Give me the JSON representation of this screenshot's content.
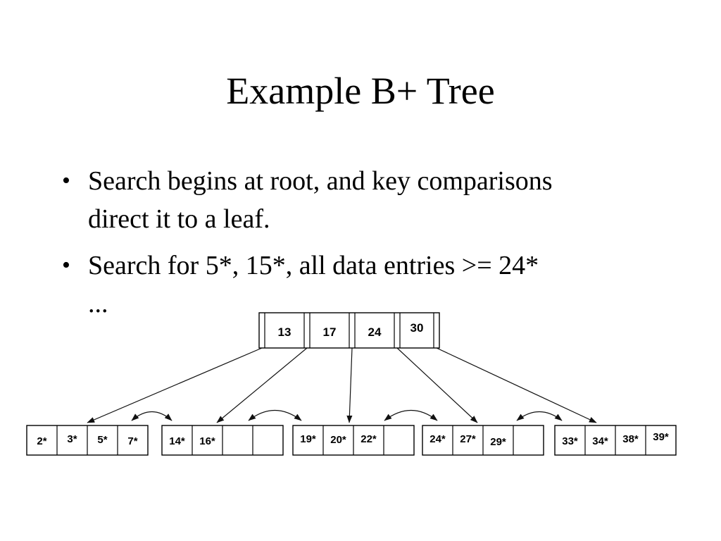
{
  "slide": {
    "title": "Example B+ Tree",
    "bullets": [
      {
        "marker": "•",
        "lines": [
          "Search begins at root, and key comparisons",
          "direct it to a leaf."
        ]
      },
      {
        "marker": "•",
        "lines": [
          "Search for 5*, 15*, all data entries >= 24*",
          "..."
        ]
      }
    ]
  },
  "tree": {
    "root": {
      "keys": [
        "13",
        "17",
        "24",
        "30"
      ]
    },
    "leaves": [
      {
        "cells": [
          "2*",
          "3*",
          "5*",
          "7*"
        ]
      },
      {
        "cells": [
          "14*",
          "16*",
          "",
          ""
        ]
      },
      {
        "cells": [
          "19*",
          "20*",
          "22*",
          ""
        ]
      },
      {
        "cells": [
          "24*",
          "27*",
          "29*",
          ""
        ]
      },
      {
        "cells": [
          "33*",
          "34*",
          "38*",
          "39*"
        ]
      }
    ]
  }
}
